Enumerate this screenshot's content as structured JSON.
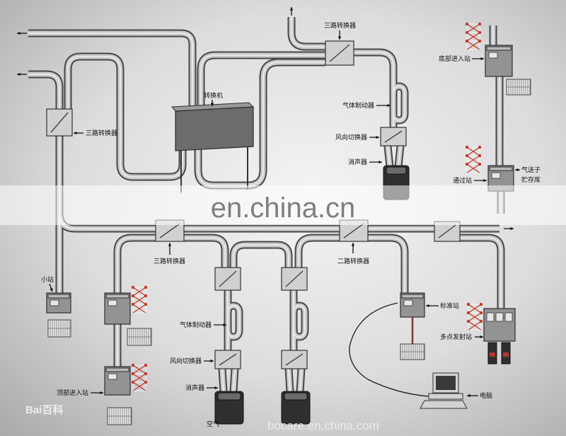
{
  "diagram": {
    "labels": {
      "top_three_way_converter": "三路转换器",
      "converter_machine": "转换机",
      "left_three_way_converter": "三路转换器",
      "bottom_entry_station": "底部进入站",
      "top_gas_brake": "气体制动器",
      "top_air_direction_switch": "风向切换器",
      "top_silencer": "消声器",
      "pass_through_station": "通过站",
      "carrier_storage_line1": "气送子",
      "carrier_storage_line2": "贮存库",
      "middle_three_way_converter": "三路转换器",
      "two_way_converter": "二路转换器",
      "small_station": "小站",
      "standard_station": "标准站",
      "bottom_gas_brake": "气体制动器",
      "multi_point_station": "多点发射站",
      "bottom_air_direction_switch": "风向切换器",
      "bottom_silencer": "消声器",
      "computer": "电脑",
      "top_entry_station": "顶部进入站",
      "air_pump": "空气"
    }
  },
  "watermark": {
    "text": "en.china.cn",
    "footer_url": "bocare.en.china.com"
  },
  "logo": {
    "text": "Bai百科"
  },
  "colors": {
    "pipe": "#cbcbcb",
    "pipe_outline": "#474747",
    "rack": "#c0392b",
    "ink": "#111111"
  }
}
